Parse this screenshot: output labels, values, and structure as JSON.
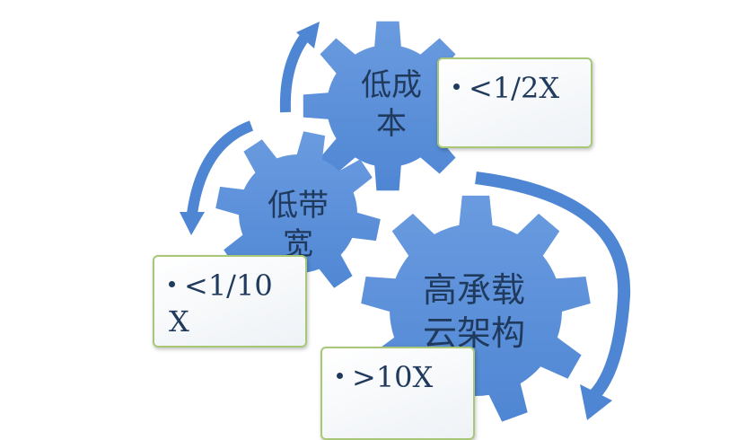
{
  "gears": [
    {
      "name": "gear-low-cost",
      "label": "低成本"
    },
    {
      "name": "gear-low-bandwidth",
      "label": "低带宽"
    },
    {
      "name": "gear-high-capacity",
      "label": "高承载云架构"
    }
  ],
  "callouts": [
    {
      "text": "<1/2X"
    },
    {
      "text": "<1/10X"
    },
    {
      "text": ">10X"
    }
  ],
  "colors": {
    "gear_fill": "#5b8fd6",
    "arrow": "#4f86d3",
    "text": "#1f3a5c",
    "callout_border": "#a8c878"
  }
}
